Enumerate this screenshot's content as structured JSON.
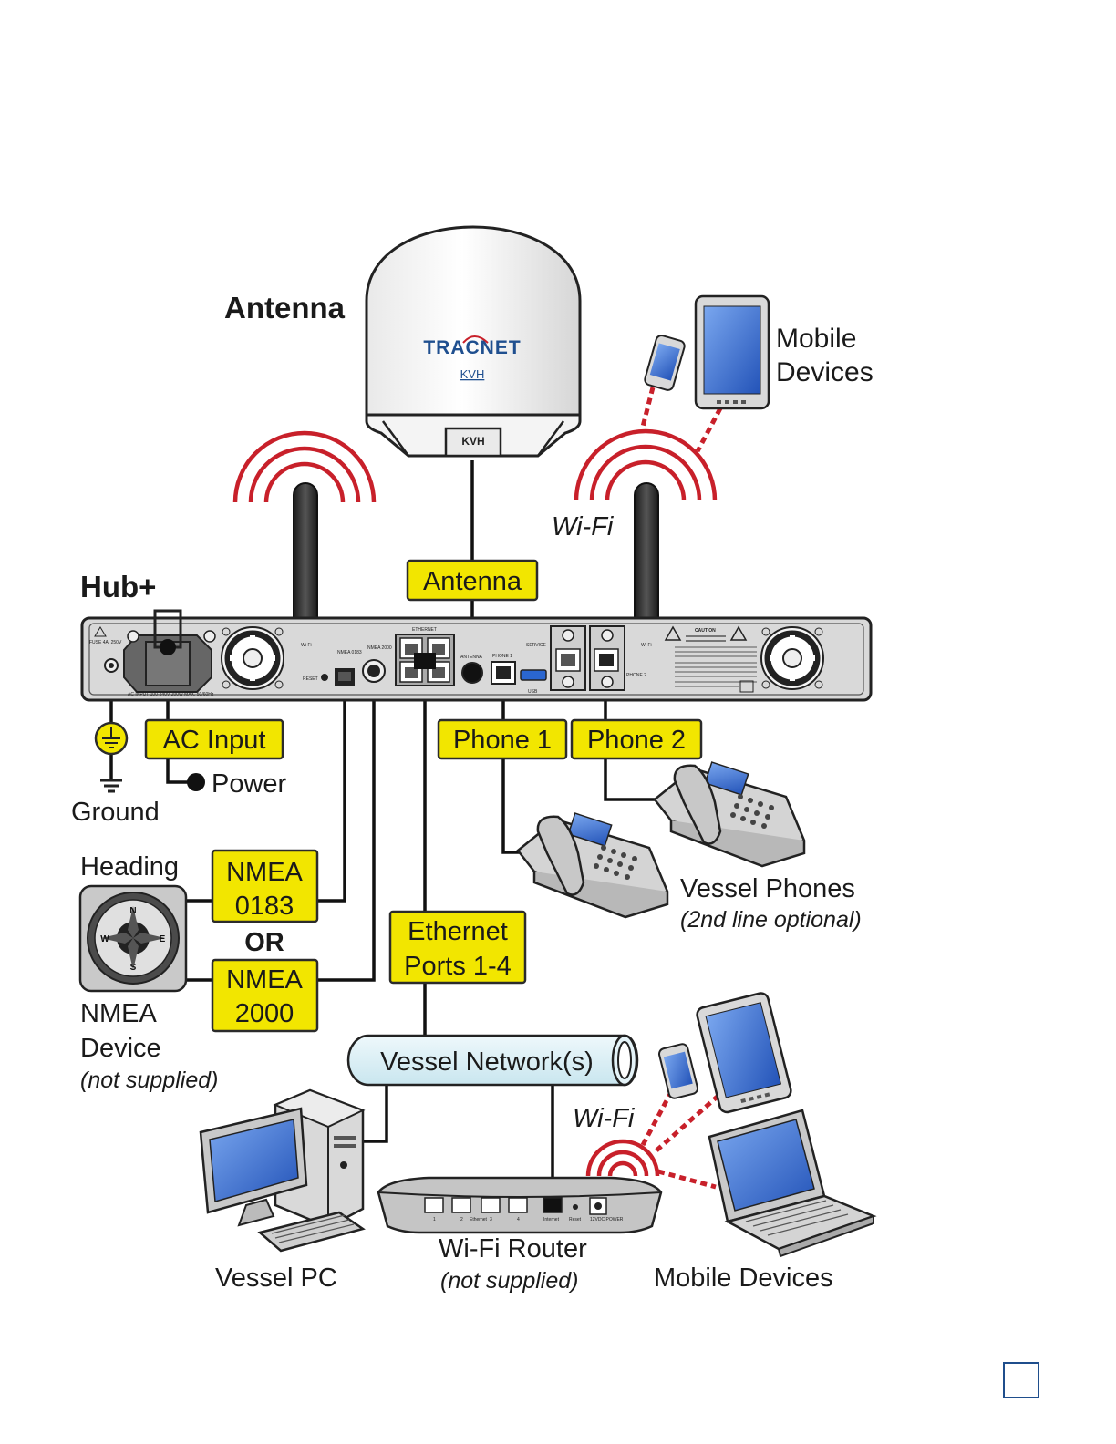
{
  "labels": {
    "antenna_title": "Antenna",
    "hub_title": "Hub+",
    "mobile_devices_top_1": "Mobile",
    "mobile_devices_top_2": "Devices",
    "wifi_top": "Wi-Fi",
    "wifi_bottom": "Wi-Fi",
    "power": "Power",
    "ground": "Ground",
    "heading": "Heading",
    "or": "OR",
    "nmea_device_1": "NMEA",
    "nmea_device_2": "Device",
    "nmea_device_note": "(not supplied)",
    "vessel_phones": "Vessel Phones",
    "vessel_phones_note": "(2nd line optional)",
    "vessel_network": "Vessel Network(s)",
    "vessel_pc": "Vessel PC",
    "wifi_router": "Wi-Fi Router",
    "wifi_router_note": "(not supplied)",
    "mobile_devices_bottom": "Mobile Devices"
  },
  "tags": {
    "antenna": "Antenna",
    "ac_input": "AC Input",
    "phone1": "Phone 1",
    "phone2": "Phone 2",
    "nmea0183_1": "NMEA",
    "nmea0183_2": "0183",
    "nmea2000_1": "NMEA",
    "nmea2000_2": "2000",
    "ethernet_1": "Ethernet",
    "ethernet_2": "Ports 1-4"
  },
  "dome": {
    "brand": "TRACNET",
    "maker": "KVH"
  },
  "panel": {
    "fuse": "FUSE 4A, 250V",
    "ac_input_rating": "AC INPUT 100-240V 200W MAX, 50/60Hz",
    "wifi_left": "Wi-Fi",
    "wifi_right": "Wi-Fi",
    "reset": "RESET",
    "nmea0183": "NMEA 0183",
    "nmea2000": "NMEA 2000",
    "ethernet": "ETHERNET",
    "antenna": "ANTENNA",
    "phone1": "PHONE 1",
    "service": "SERVICE",
    "usb": "USB",
    "phone2": "PHONE 2",
    "caution": "CAUTION"
  },
  "compass": {
    "n": "N",
    "e": "E",
    "s": "S",
    "w": "W"
  },
  "router_ports": {
    "p1": "1",
    "p2": "2",
    "ethernet": "Ethernet",
    "p3": "3",
    "p4": "4",
    "internet": "Internet",
    "reset": "Reset",
    "power": "12VDC POWER"
  },
  "colors": {
    "tag_fill": "#f2e600",
    "tag_border": "#2b2b2b",
    "wifi_red": "#c8202a",
    "panel_gray": "#d9d9d9",
    "screen_blue": "#2f63c4",
    "network_pipe": "#d8eef5"
  }
}
